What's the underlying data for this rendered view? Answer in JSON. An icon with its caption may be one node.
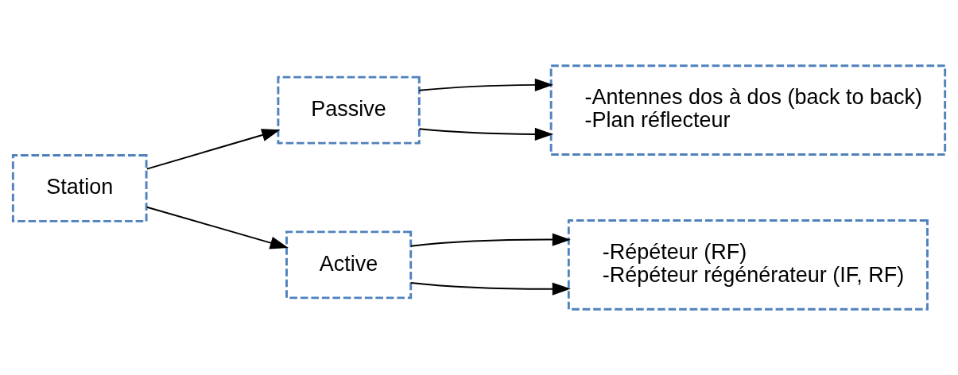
{
  "diagram": {
    "nodes": [
      {
        "text": [
          "Station"
        ]
      },
      {
        "text": [
          "Passive"
        ]
      },
      {
        "text": [
          "Active"
        ]
      },
      {
        "text": [
          "-Antennes dos à dos (back to back)",
          "-Plan réflecteur"
        ]
      },
      {
        "text": [
          "-Répéteur (RF)",
          "-Répéteur régénérateur (IF, RF)"
        ]
      }
    ],
    "edges": [
      {
        "from": 0,
        "to": 1,
        "arrow": "to"
      },
      {
        "from": 0,
        "to": 2,
        "arrow": "to"
      },
      {
        "from": 1,
        "to": 3,
        "arrow": "to"
      },
      {
        "from": 1,
        "to": 3,
        "arrow": "to"
      },
      {
        "from": 2,
        "to": 4,
        "arrow": "to"
      },
      {
        "from": 2,
        "to": 4,
        "arrow": "to"
      }
    ]
  }
}
